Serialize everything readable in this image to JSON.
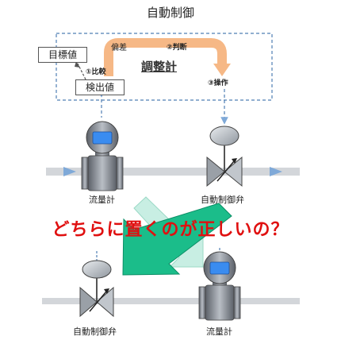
{
  "title": "自動制御",
  "controller": {
    "name": "調整計",
    "deviation_label": "偏差",
    "step_judge": "②判断",
    "step_compare": "①比較",
    "step_operate": "③操作",
    "target_value": "目標値",
    "measured_value": "検出値"
  },
  "top_row": {
    "left_device": "流量計",
    "right_device": "自動制御弁"
  },
  "question": "どちらに置くのが正しいの？",
  "bottom_row": {
    "left_device": "自動制御弁",
    "right_device": "流量計"
  },
  "colors": {
    "question": "#e01010",
    "loop_arrow": "#f6b886",
    "pipe": "#d3d6da",
    "flow_arrow": "#7fa9d8",
    "meter_display": "#3a8cf0",
    "big_arrow_front": "#1bbd8a",
    "big_arrow_back": "#c8eee3"
  }
}
